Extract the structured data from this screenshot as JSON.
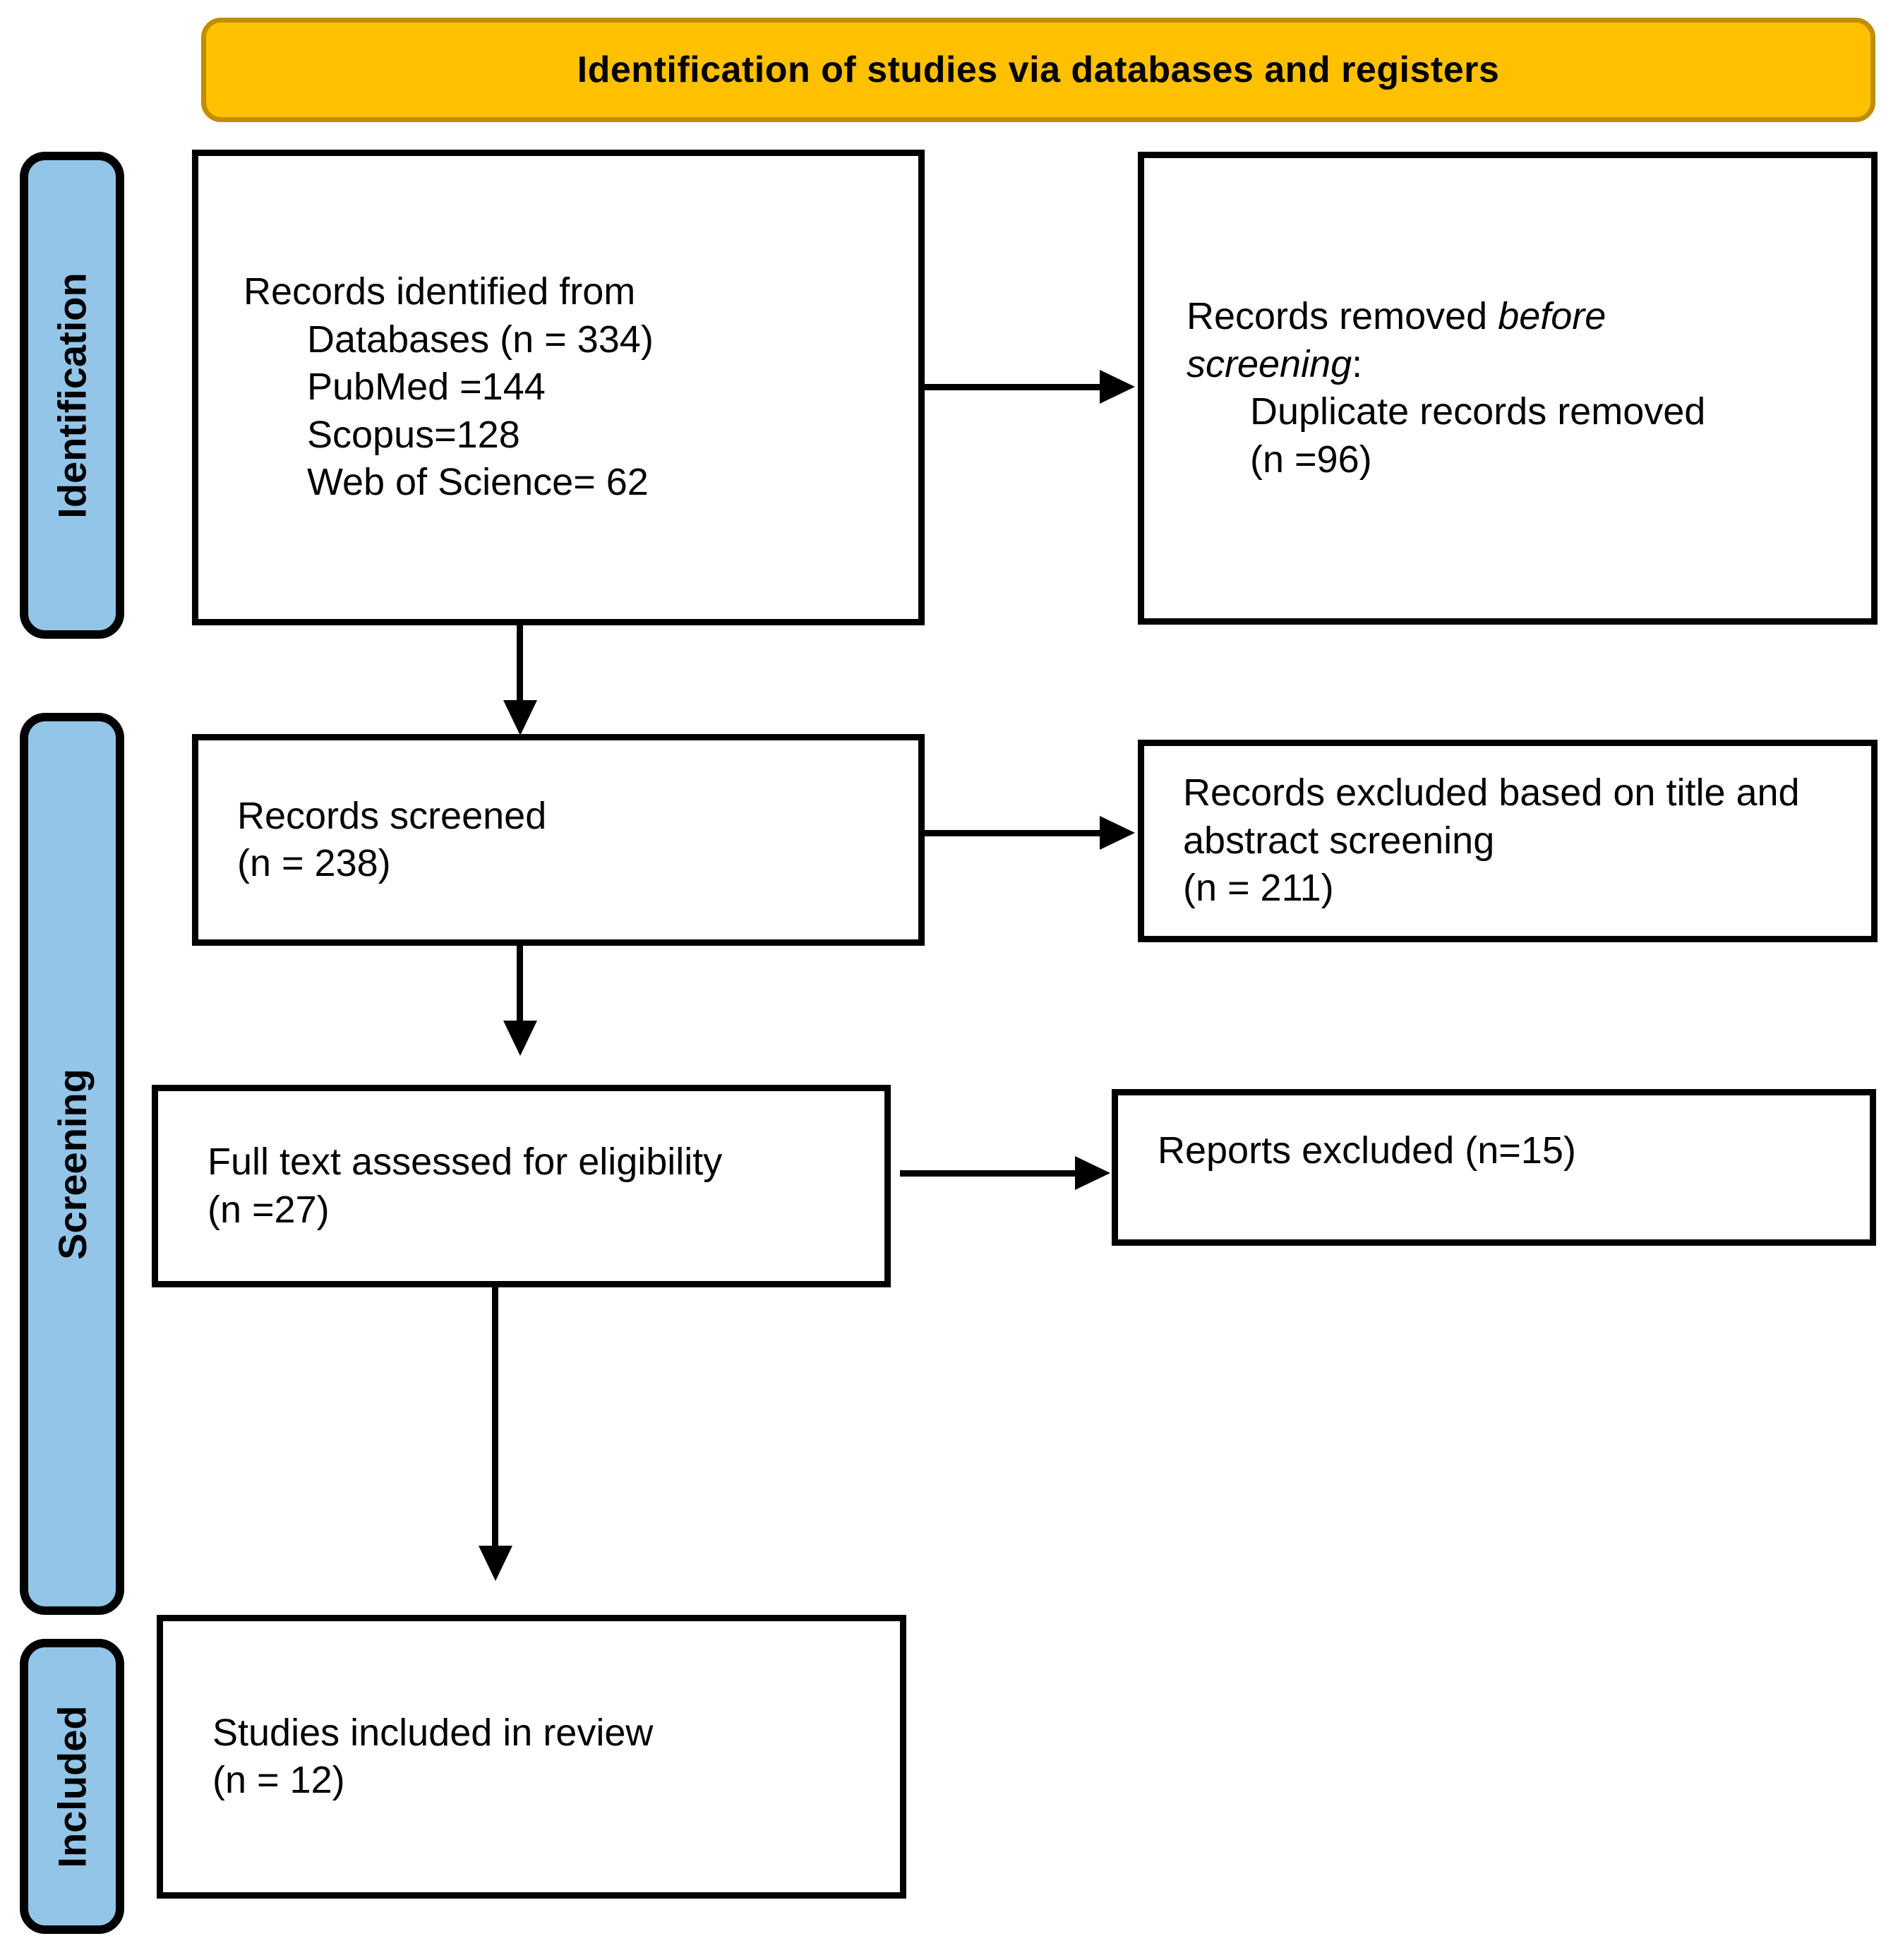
{
  "diagram": {
    "title": "Identification of studies via databases and registers",
    "colors": {
      "banner_fill": "#FFC000",
      "banner_border": "#C08E00",
      "stage_fill": "#92C5E8",
      "box_fill": "#FFFFFF",
      "box_border": "#000000",
      "arrow": "#000000",
      "text": "#000000"
    },
    "stages": [
      {
        "label": "Identification"
      },
      {
        "label": "Screening"
      },
      {
        "label": "Included"
      }
    ],
    "boxes": {
      "records_identified": {
        "heading": "Records identified from",
        "items": [
          "Databases (n = 334)",
          "PubMed =144",
          "Scopus=128",
          "Web of Science= 62"
        ]
      },
      "records_removed": {
        "prefix": "Records removed ",
        "italic": "before screening",
        "suffix": ":",
        "items": [
          "Duplicate records removed",
          "(n =96)"
        ]
      },
      "records_screened": {
        "lines": [
          "Records screened",
          "(n = 238)"
        ]
      },
      "records_excluded": {
        "lines": [
          "Records excluded based on title and abstract screening",
          "(n = 211)"
        ]
      },
      "full_text": {
        "lines": [
          "Full text assessed for eligibility",
          "(n =27)"
        ]
      },
      "reports_excluded": {
        "lines": [
          "Reports excluded (n=15)"
        ]
      },
      "studies_included": {
        "lines": [
          "Studies included in review",
          "(n = 12)"
        ]
      }
    }
  }
}
